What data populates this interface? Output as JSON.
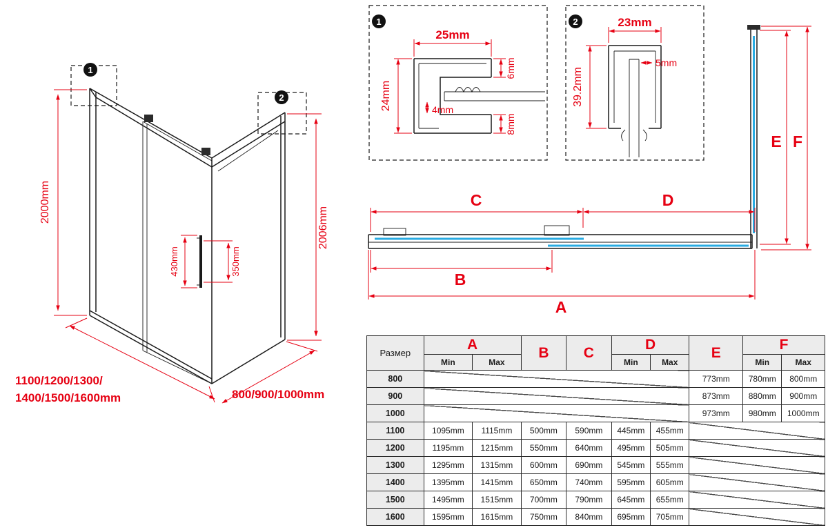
{
  "colors": {
    "dimension": "#e60012",
    "line": "#1a1a1a",
    "glass": "#29abe2",
    "table_header_bg": "#ececec"
  },
  "iso": {
    "marker1": "1",
    "marker2": "2",
    "height_left": "2000mm",
    "height_right": "2006mm",
    "handle_length": "430mm",
    "handle_holes": "350mm",
    "widths_line1": "1100/1200/1300/",
    "widths_line2": "1400/1500/1600mm",
    "depths": "800/900/1000mm"
  },
  "detail1": {
    "marker": "1",
    "width": "25mm",
    "height": "24mm",
    "lip": "4mm",
    "top_gap": "6mm",
    "bottom_gap": "8mm"
  },
  "detail2": {
    "marker": "2",
    "width": "23mm",
    "gap": "5mm",
    "height": "39.2mm"
  },
  "plan": {
    "a": "A",
    "b": "B",
    "c": "C",
    "d": "D",
    "e": "E",
    "f": "F"
  },
  "table": {
    "size_header": "Размер",
    "min_label": "Min",
    "max_label": "Max",
    "columns": {
      "a": "A",
      "b": "B",
      "c": "C",
      "d": "D",
      "e": "E",
      "f": "F"
    },
    "rows": [
      {
        "size": "800",
        "e": "773mm",
        "f_min": "780mm",
        "f_max": "800mm"
      },
      {
        "size": "900",
        "e": "873mm",
        "f_min": "880mm",
        "f_max": "900mm"
      },
      {
        "size": "1000",
        "e": "973mm",
        "f_min": "980mm",
        "f_max": "1000mm"
      },
      {
        "size": "1100",
        "a_min": "1095mm",
        "a_max": "1115mm",
        "b": "500mm",
        "c": "590mm",
        "d_min": "445mm",
        "d_max": "455mm"
      },
      {
        "size": "1200",
        "a_min": "1195mm",
        "a_max": "1215mm",
        "b": "550mm",
        "c": "640mm",
        "d_min": "495mm",
        "d_max": "505mm"
      },
      {
        "size": "1300",
        "a_min": "1295mm",
        "a_max": "1315mm",
        "b": "600mm",
        "c": "690mm",
        "d_min": "545mm",
        "d_max": "555mm"
      },
      {
        "size": "1400",
        "a_min": "1395mm",
        "a_max": "1415mm",
        "b": "650mm",
        "c": "740mm",
        "d_min": "595mm",
        "d_max": "605mm"
      },
      {
        "size": "1500",
        "a_min": "1495mm",
        "a_max": "1515mm",
        "b": "700mm",
        "c": "790mm",
        "d_min": "645mm",
        "d_max": "655mm"
      },
      {
        "size": "1600",
        "a_min": "1595mm",
        "a_max": "1615mm",
        "b": "750mm",
        "c": "840mm",
        "d_min": "695mm",
        "d_max": "705mm"
      }
    ]
  }
}
